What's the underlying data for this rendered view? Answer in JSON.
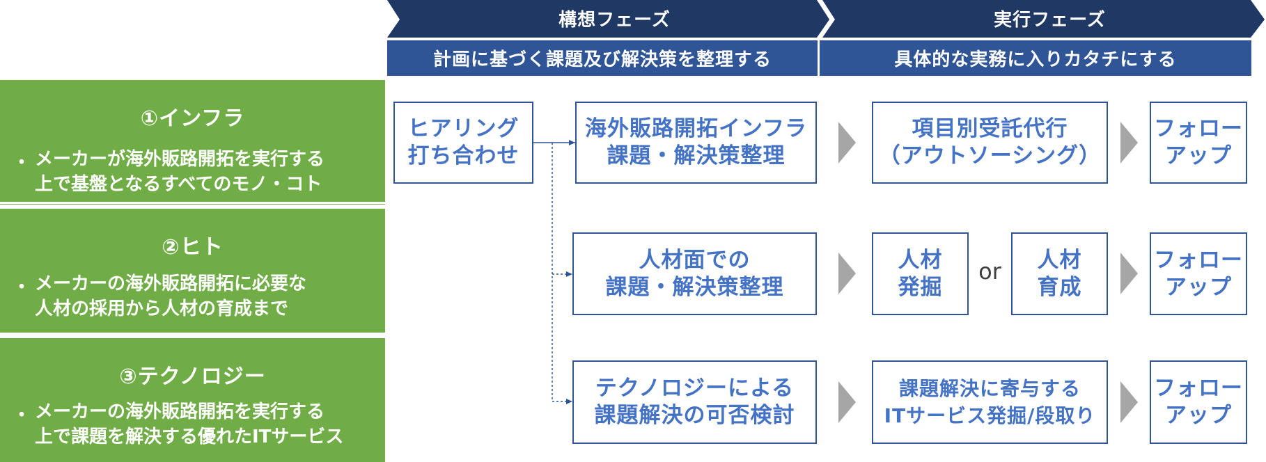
{
  "phases": [
    {
      "label": "構想フェーズ",
      "subtitle": "計画に基づく課題及び解決策を整理する"
    },
    {
      "label": "実行フェーズ",
      "subtitle": "具体的な実務に入りカタチにする"
    }
  ],
  "categories": [
    {
      "title": "①インフラ",
      "bullet": "・",
      "desc": "メーカーが海外販路開拓を実行する\n上で基盤となるすべてのモノ・コト"
    },
    {
      "title": "②ヒト",
      "bullet": "・",
      "desc": "メーカーの海外販路開拓に必要な\n人材の採用から人材の育成まで"
    },
    {
      "title": "③テクノロジー",
      "bullet": "・",
      "desc": "メーカーの海外販路開拓を実行する\n上で課題を解決する優れたITサービス"
    }
  ],
  "hearing": "ヒアリング\n打ち合わせ",
  "rows": [
    {
      "analysis": "海外販路開拓インフラ\n課題・解決策整理",
      "action": "項目別受託代行\n（アウトソーシング）",
      "follow": "フォロー\nアップ"
    },
    {
      "analysis": "人材面での\n課題・解決策整理",
      "action_a": "人材\n発掘",
      "or": "or",
      "action_b": "人材\n育成",
      "follow": "フォロー\nアップ"
    },
    {
      "analysis": "テクノロジーによる\n課題解決の可否検討",
      "action": "課題解決に寄与する\nITサービス発掘/段取り",
      "follow": "フォロー\nアップ"
    }
  ],
  "colors": {
    "navy": "#203864",
    "blue": "#2f5597",
    "green": "#70ad47",
    "text_blue": "#4472c4",
    "arrow_gray": "#a6a6a6"
  }
}
